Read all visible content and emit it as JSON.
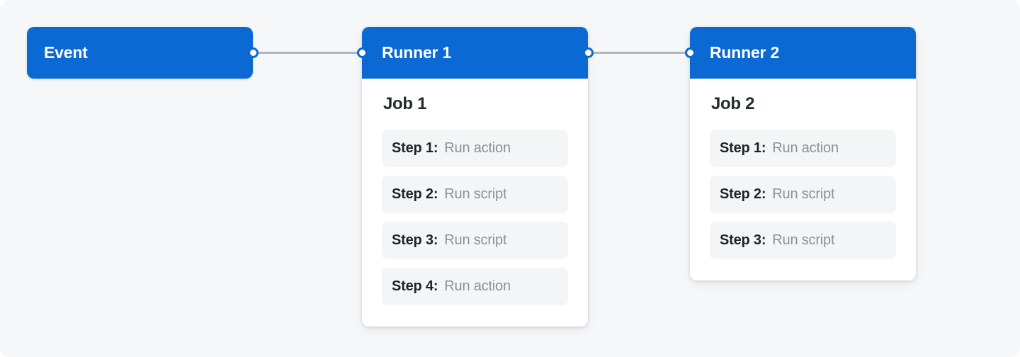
{
  "canvas": {
    "background_color": "#f6f7f9",
    "accent_color": "#0b69d4",
    "edge_color": "#b1b6bd",
    "step_pill_color": "#f4f5f7"
  },
  "event": {
    "label": "Event"
  },
  "runners": [
    {
      "title": "Runner 1",
      "job_title": "Job 1",
      "steps": [
        {
          "label": "Step 1:",
          "value": "Run action"
        },
        {
          "label": "Step 2:",
          "value": "Run script"
        },
        {
          "label": "Step 3:",
          "value": "Run script"
        },
        {
          "label": "Step 4:",
          "value": "Run action"
        }
      ]
    },
    {
      "title": "Runner 2",
      "job_title": "Job 2",
      "steps": [
        {
          "label": "Step 1:",
          "value": "Run action"
        },
        {
          "label": "Step 2:",
          "value": "Run script"
        },
        {
          "label": "Step 3:",
          "value": "Run script"
        }
      ]
    }
  ]
}
